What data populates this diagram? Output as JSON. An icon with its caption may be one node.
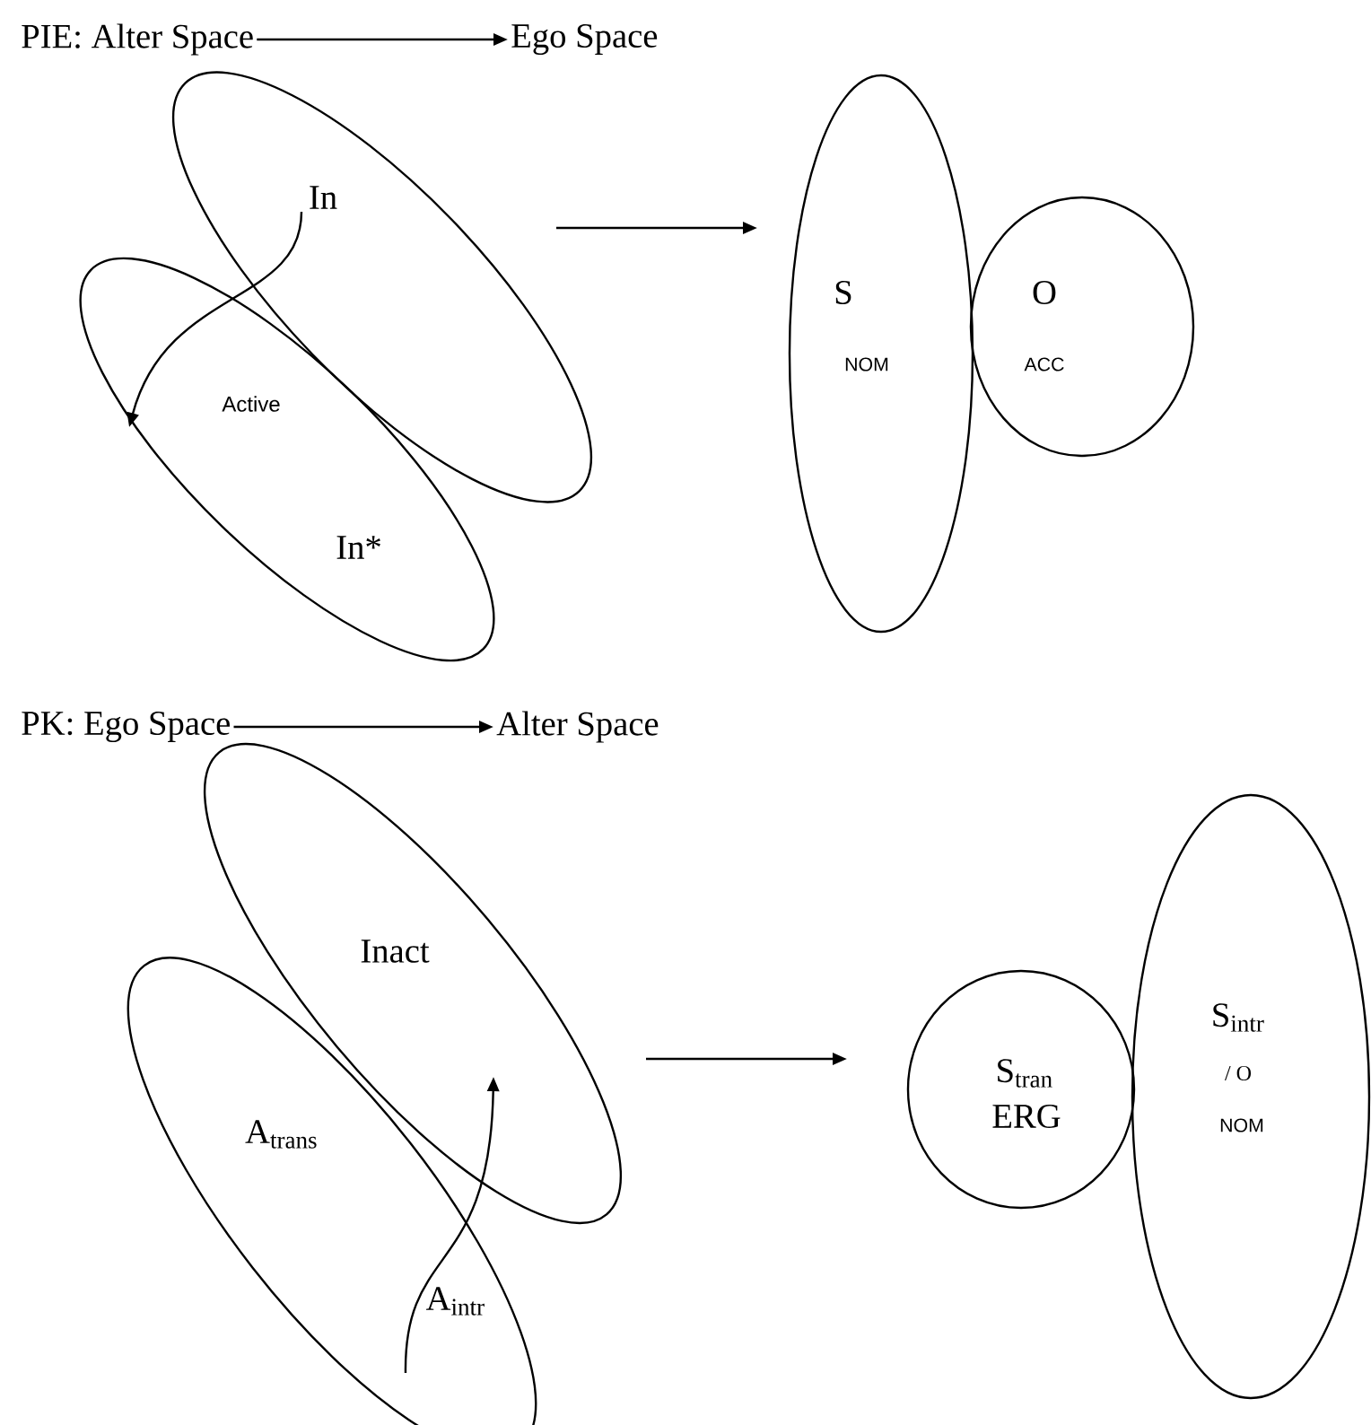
{
  "diagram": {
    "nodes": [
      {
        "text": [
          "PIE: Alter Space"
        ]
      },
      {
        "text": [
          "Ego Space"
        ]
      },
      {
        "text": [
          "In"
        ]
      },
      {
        "text": [
          "Active",
          "In*"
        ]
      },
      {
        "text": [
          "S",
          "NOM"
        ]
      },
      {
        "text": [
          "O",
          "ACC"
        ]
      },
      {
        "text": [
          "PK: Ego Space"
        ]
      },
      {
        "text": [
          "Alter Space"
        ]
      },
      {
        "text": [
          "Inact"
        ]
      },
      {
        "text": [
          "A$_{trans}$",
          "A$_{intr}$"
        ]
      },
      {
        "text": [
          "S$_{tran}$",
          "ERG"
        ]
      },
      {
        "text": [
          "S$_{intr}$",
          "/ O",
          "NOM"
        ]
      }
    ],
    "edges": [
      {
        "from": 0,
        "to": 1,
        "arrow": "to"
      },
      {
        "from": 2,
        "to": 3,
        "arrow": "to"
      },
      {
        "from": 2,
        "to": 4,
        "arrow": "to"
      },
      {
        "from": 6,
        "to": 7,
        "arrow": "to"
      },
      {
        "from": 9,
        "to": 8,
        "arrow": "to"
      },
      {
        "from": 8,
        "to": 10,
        "arrow": "to"
      }
    ]
  }
}
